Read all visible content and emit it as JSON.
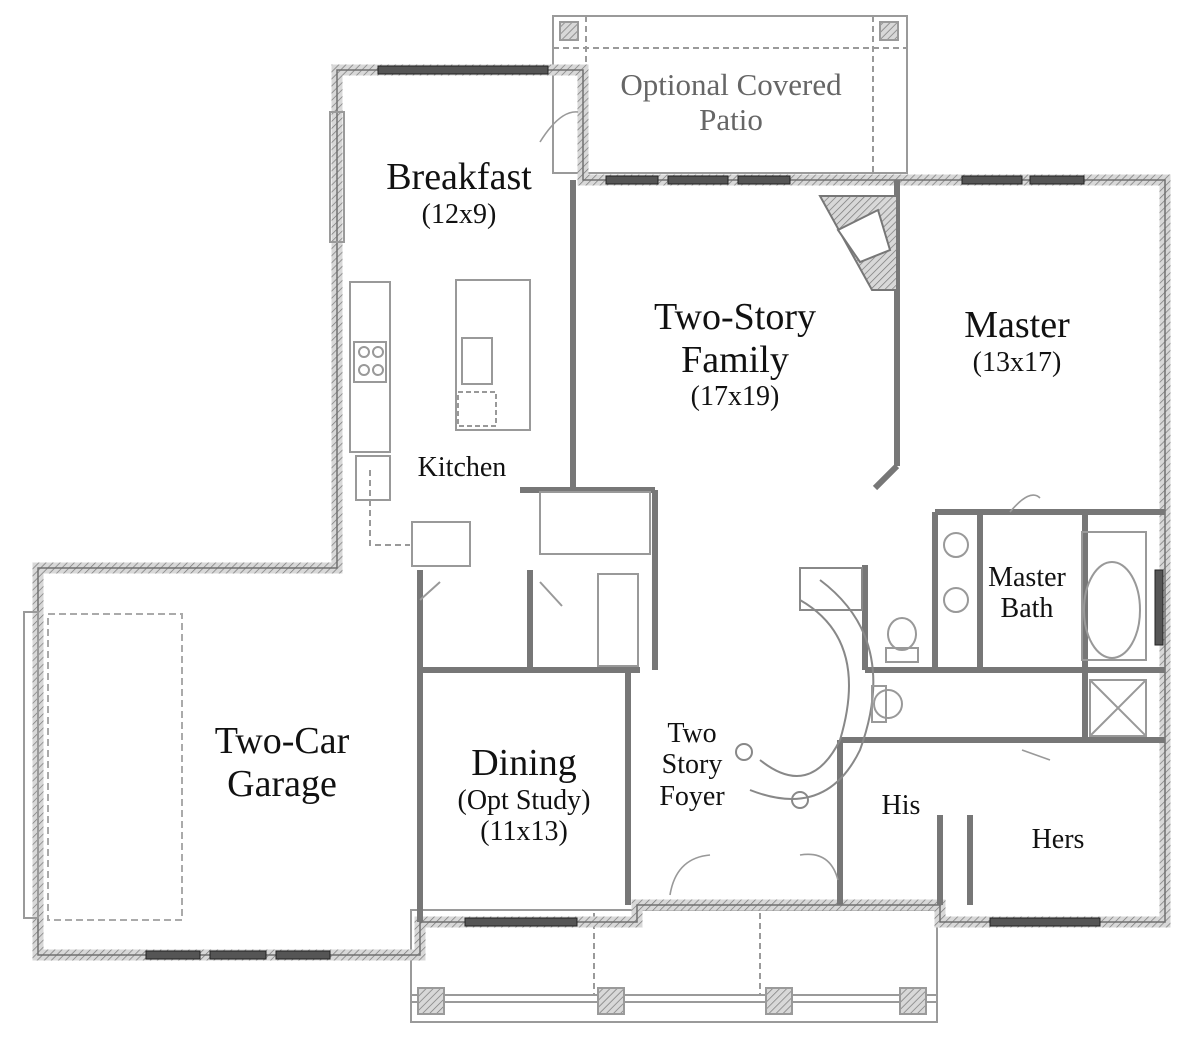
{
  "rooms": {
    "patio": {
      "line1": "Optional Covered",
      "line2": "Patio"
    },
    "breakfast": {
      "name": "Breakfast",
      "dims": "(12x9)"
    },
    "family": {
      "line1": "Two-Story",
      "line2": "Family",
      "dims": "(17x19)"
    },
    "master": {
      "name": "Master",
      "dims": "(13x17)"
    },
    "kitchen": {
      "name": "Kitchen"
    },
    "master_bath": {
      "line1": "Master",
      "line2": "Bath"
    },
    "garage": {
      "line1": "Two-Car",
      "line2": "Garage"
    },
    "dining": {
      "name": "Dining",
      "alt": "(Opt Study)",
      "dims": "(11x13)"
    },
    "foyer": {
      "line1": "Two",
      "line2": "Story",
      "line3": "Foyer"
    },
    "his": {
      "name": "His"
    },
    "hers": {
      "name": "Hers"
    }
  },
  "colors": {
    "wall": "#8a8a8a",
    "wall_dark": "#555555",
    "line": "#9a9a9a",
    "text": "#111111",
    "patio_text": "#666666"
  }
}
